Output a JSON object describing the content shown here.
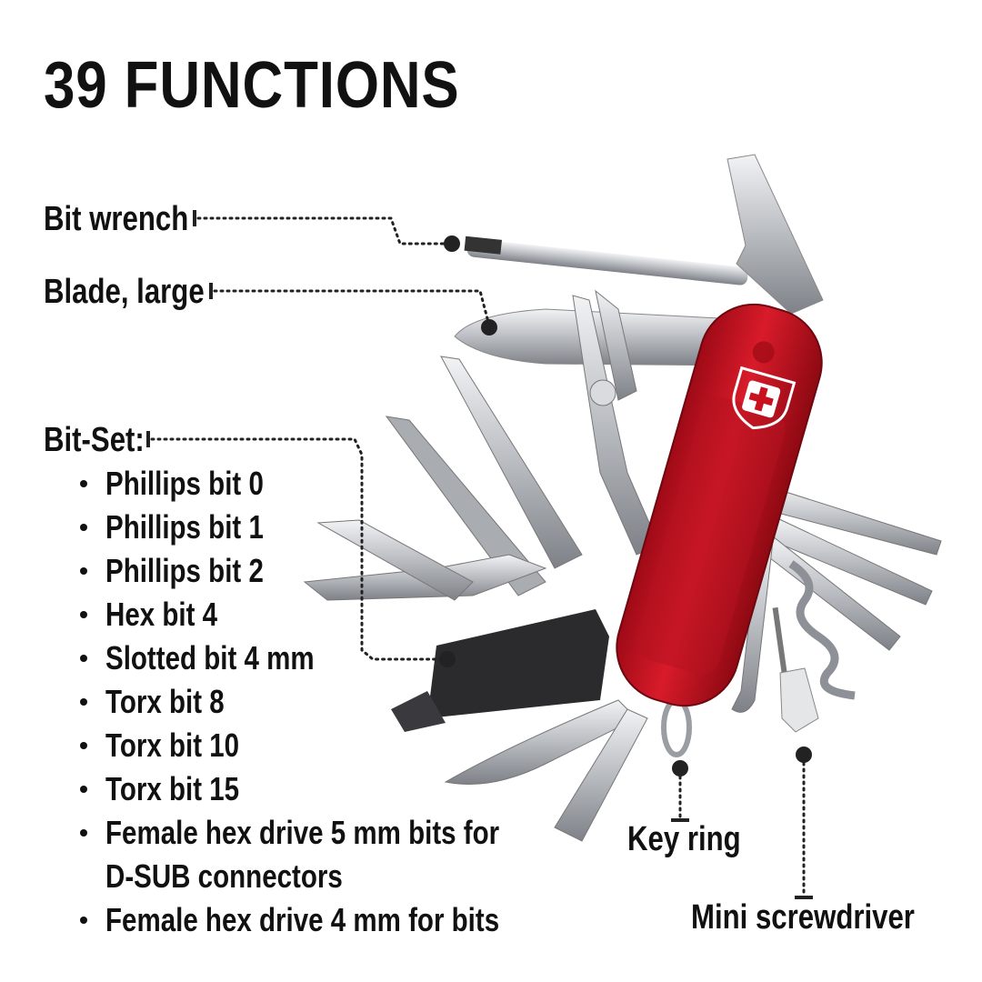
{
  "title": "39 FUNCTIONS",
  "labels": {
    "bit_wrench": "Bit wrench",
    "blade_large": "Blade, large",
    "bit_set": "Bit-Set:",
    "key_ring": "Key ring",
    "mini_screwdriver": "Mini screwdriver"
  },
  "bit_set_items": [
    "Phillips bit 0",
    "Phillips bit 1",
    "Phillips bit 2",
    "Hex bit 4",
    "Slotted bit 4 mm",
    "Torx bit 8",
    "Torx bit 10",
    "Torx bit 15",
    "Female hex drive 5 mm bits for",
    "D-SUB connectors",
    "Female hex drive 4 mm for bits"
  ],
  "colors": {
    "handle_red": "#c8101f",
    "steel": "#c9ccd0",
    "text": "#111111"
  }
}
